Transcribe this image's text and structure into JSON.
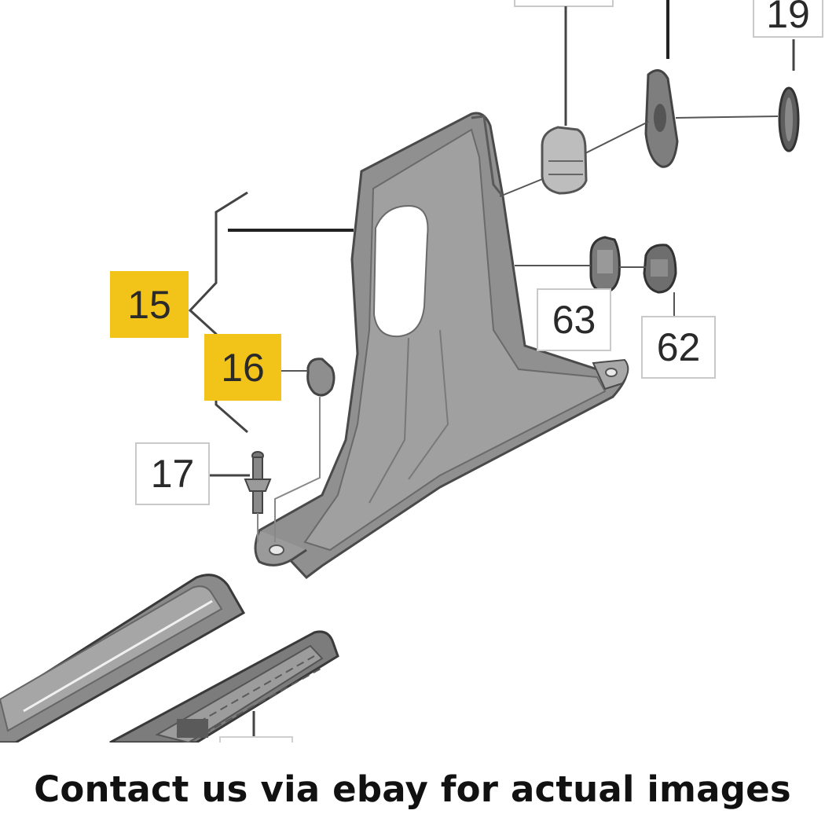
{
  "callouts": {
    "c19": "19",
    "c15": "15",
    "c16": "16",
    "c17": "17",
    "c63": "63",
    "c62": "62"
  },
  "caption": "Contact us via ebay for actual images",
  "colors": {
    "highlight": "#f2c318",
    "part_fill": "#8f8f8f",
    "part_dark": "#5a5a5a",
    "line": "#333333",
    "label_border": "#c9c9c9"
  }
}
